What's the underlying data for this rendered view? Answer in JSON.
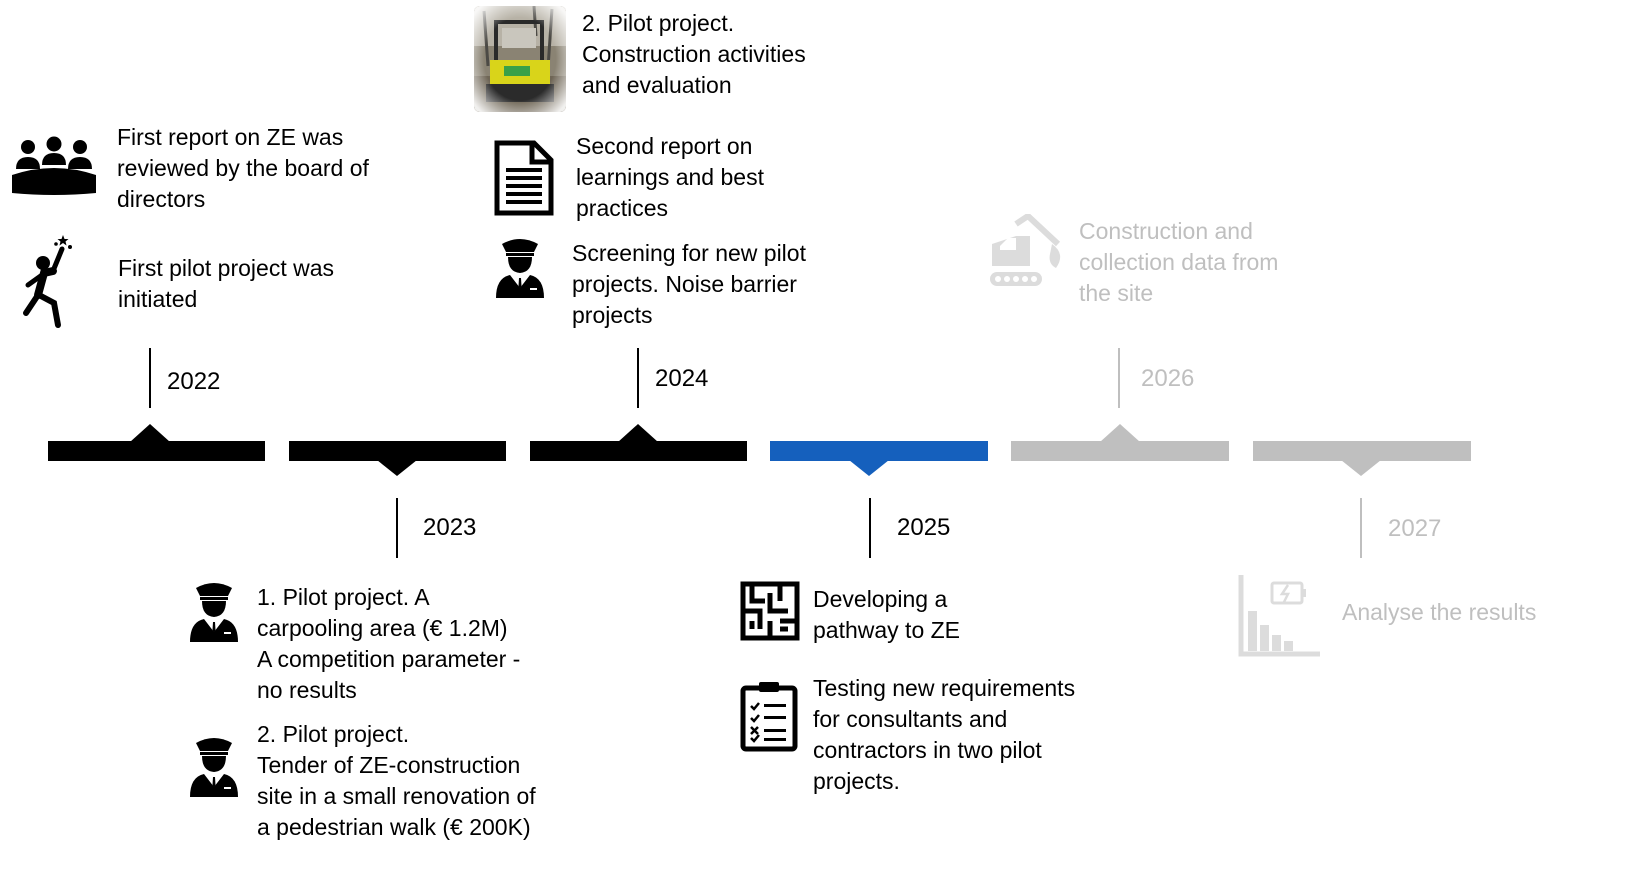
{
  "colors": {
    "done": "#000000",
    "current": "#1560bd",
    "future": "#bfbfbf"
  },
  "years": {
    "y2022": "2022",
    "y2023": "2023",
    "y2024": "2024",
    "y2025": "2025",
    "y2026": "2026",
    "y2027": "2027"
  },
  "milestones": {
    "y2022_board_report": "First report on ZE was\nreviewed by the board of\ndirectors",
    "y2022_first_pilot": "First pilot project was\ninitiated",
    "y2023_pilot1": "1. Pilot project. A\ncarpooling area (€ 1.2M)\nA competition parameter -\nno results",
    "y2023_pilot2": "2. Pilot project.\nTender of ZE-construction\nsite in a small renovation of\na pedestrian walk (€ 200K)",
    "y2024_pilot2_construction": "2. Pilot project.\nConstruction activities\nand evaluation",
    "y2024_second_report": "Second report on\nlearnings and best\npractices",
    "y2024_screening": "Screening for new pilot\nprojects. Noise barrier\nprojects",
    "y2025_pathway": "Developing a\npathway to ZE",
    "y2025_testing": "Testing new requirements\nfor consultants and\ncontractors in two pilot\nprojects.",
    "y2026_data": "Construction and\ncollection data from\nthe site",
    "y2027_analyse": "Analyse the results"
  },
  "icons": {
    "meeting": "meeting-icon",
    "celebrate": "celebrating-person-icon",
    "officer": "officer-icon",
    "photo": "excavator-photo",
    "document": "document-icon",
    "maze": "maze-icon",
    "checklist": "checklist-icon",
    "excavator": "excavator-icon",
    "analysis": "analysis-chart-icon"
  }
}
